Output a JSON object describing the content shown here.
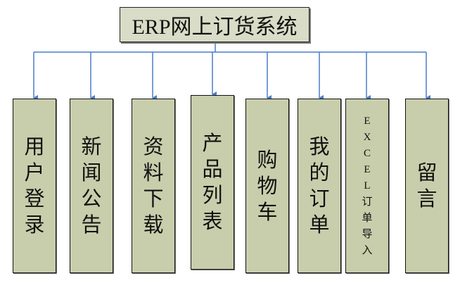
{
  "diagram": {
    "title": "ERP网上订货系统",
    "connector_color": "#4a7cc7",
    "box_fill": "#c8ceab",
    "root_fill": "#d9dcc6",
    "modules": [
      {
        "id": "user-login",
        "label": "用户登录"
      },
      {
        "id": "news",
        "label": "新闻公告"
      },
      {
        "id": "download",
        "label": "资料下载"
      },
      {
        "id": "product-list",
        "label": "产品列表"
      },
      {
        "id": "cart",
        "label": "购物车"
      },
      {
        "id": "my-orders",
        "label": "我的订单"
      },
      {
        "id": "excel-import",
        "label": "EXCEL订单导入"
      },
      {
        "id": "message",
        "label": "留言"
      }
    ]
  }
}
